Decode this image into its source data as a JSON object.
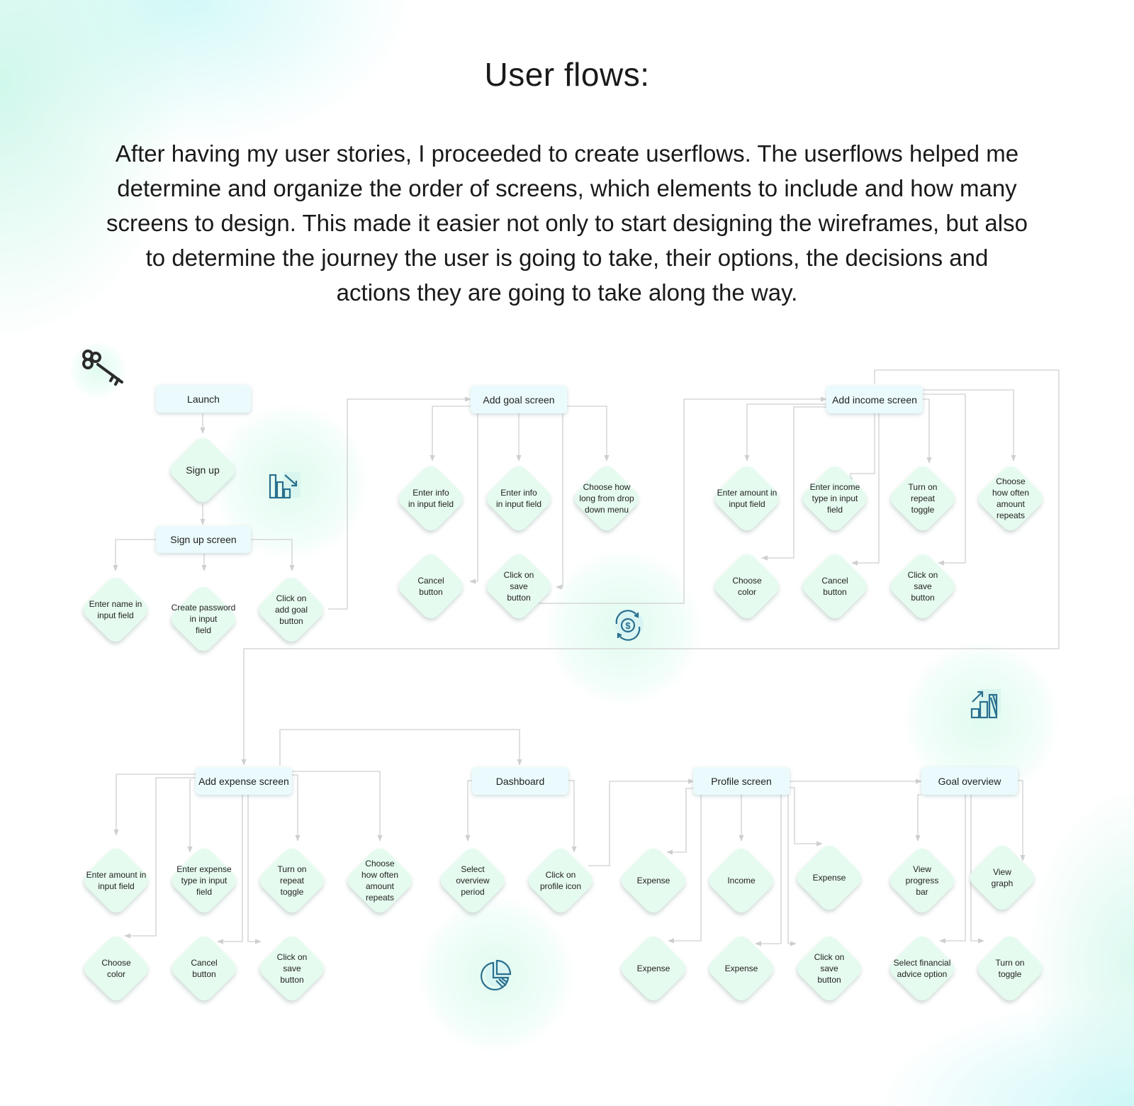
{
  "title": "User flows:",
  "intro": "After having my user stories, I proceeded to create userflows. The userflows helped me determine and organize the order of screens, which elements to include and how many screens to design. This made it easier not only to start designing the wireframes, but also to determine the journey the user is going to take, their options, the decisions and actions they are going to take along the way.",
  "colors": {
    "rect_fill": "#ebfbfd",
    "diamond_fill": "#e6fbef",
    "connector": "#cfcfcf",
    "icon_blue": "#2a6f8f"
  },
  "icons": [
    "key-icon",
    "chart-arrow-icon",
    "dollar-cycle-icon",
    "chart-growth-icon",
    "pie-chart-icon"
  ],
  "screens": {
    "launch": "Launch",
    "sign_up_screen": "Sign up screen",
    "add_goal": "Add goal screen",
    "add_income": "Add income screen",
    "add_expense": "Add expense screen",
    "dashboard": "Dashboard",
    "profile": "Profile screen",
    "goal_overview": "Goal overview"
  },
  "steps": {
    "sign_up": "Sign up",
    "enter_name": "Enter name in\ninput field",
    "create_password": "Create password\nin input\nfield",
    "click_add_goal": "Click on\nadd goal\nbutton",
    "goal_enter_info_1": "Enter info\nin input field",
    "goal_enter_info_2": "Enter info\nin input field",
    "goal_choose_how_long": "Choose how\nlong from drop\ndown menu",
    "goal_cancel": "Cancel\nbutton",
    "goal_save": "Click on\nsave\nbutton",
    "income_enter_amount": "Enter amount in\ninput field",
    "income_enter_type": "Enter income\ntype in input\nfield",
    "income_repeat": "Turn on\nrepeat\ntoggle",
    "income_how_often": "Choose\nhow often\namount\nrepeats",
    "income_color": "Choose\ncolor",
    "income_cancel": "Cancel\nbutton",
    "income_save": "Click on\nsave\nbutton",
    "expense_enter_amount": "Enter amount in\ninput field",
    "expense_enter_type": "Enter expense\ntype in input\nfield",
    "expense_repeat": "Turn on\nrepeat\ntoggle",
    "expense_how_often": "Choose\nhow often\namount\nrepeats",
    "expense_color": "Choose\ncolor",
    "expense_cancel": "Cancel\nbutton",
    "expense_save": "Click on\nsave\nbutton",
    "select_period": "Select\noverview\nperiod",
    "click_profile": "Click on\nprofile icon",
    "profile_expense_1": "Expense",
    "profile_income": "Income",
    "profile_expense_2": "Expense",
    "profile_expense_3": "Expense",
    "profile_expense_4": "Expense",
    "profile_save": "Click on\nsave\nbutton",
    "view_progress": "View\nprogress\nbar",
    "view_graph": "View\ngraph",
    "select_advice": "Select financial\nadvice option",
    "turn_on_toggle": "Turn on\ntoggle"
  }
}
